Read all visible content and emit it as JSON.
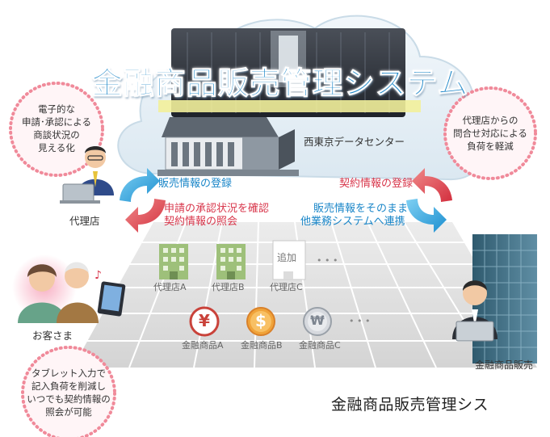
{
  "header": {
    "main_title": "金融商品販売管理システム",
    "datacenter_label": "西東京データセンター"
  },
  "flows": {
    "sales_registration": "販売情報の登録",
    "contract_registration": "契約情報の登録",
    "approval_status_line1": "申請の承認状況を確認",
    "approval_status_line2": "契約情報の照会",
    "integration_line1": "販売情報をそのまま",
    "integration_line2": "他業務システムへ連携"
  },
  "bubbles": {
    "left_top": {
      "line1": "電子的な",
      "line2": "申請･承認による",
      "line3": "商談状況の",
      "line4": "見える化"
    },
    "right_top": {
      "line1": "代理店からの",
      "line2": "問合せ対応による",
      "line3": "負荷を軽減"
    },
    "bottom_left": {
      "line1": "タブレット入力で",
      "line2": "記入負荷を削減し",
      "line3": "いつでも契約情報の",
      "line4": "照会が可能"
    }
  },
  "actors": {
    "agency": "代理店",
    "customer": "お客さま",
    "company": "金融商品販売"
  },
  "grid": {
    "agencies": [
      {
        "label": "代理店A"
      },
      {
        "label": "代理店B"
      },
      {
        "label": "代理店C",
        "badge": "追加"
      }
    ],
    "products": [
      {
        "label": "金融商品A",
        "symbol": "¥"
      },
      {
        "label": "金融商品B",
        "symbol": "$"
      },
      {
        "label": "金融商品C",
        "symbol": "₩"
      }
    ],
    "ellipsis": "• • •"
  },
  "footer": {
    "title": "金融商品販売管理シス"
  },
  "colors": {
    "accent_blue": "#1f88c9",
    "flow_blue": "#1a86c8",
    "flow_red": "#d8364b",
    "bubble_pink": "#f08a9a",
    "building_green": "#9ec07a"
  }
}
